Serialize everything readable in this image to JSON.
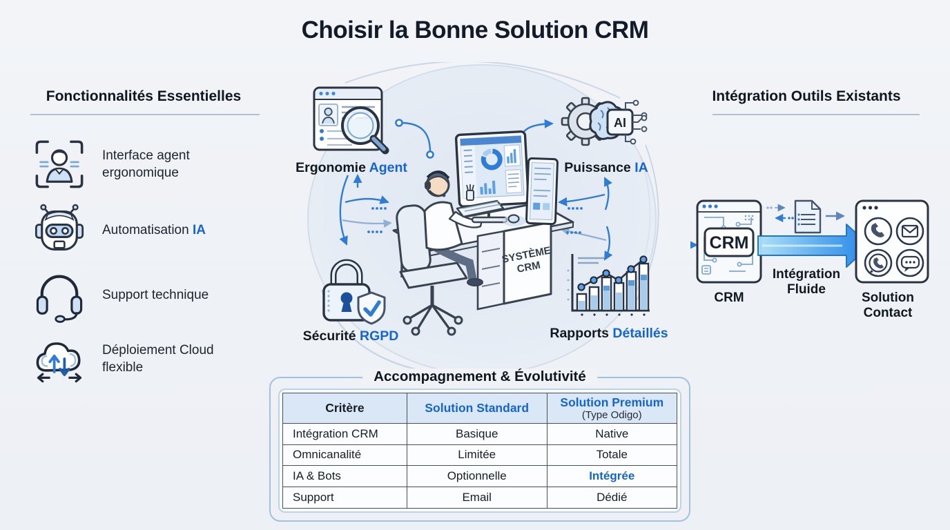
{
  "colors": {
    "background": "#f0f2f6",
    "accent_blue": "#1565cf",
    "connector_blue": "#2e7cd6",
    "table_header_bg": "#d9e7f7",
    "arrow_gradient": [
      "#ace0f8",
      "#1d83e6"
    ]
  },
  "title": "Choisir la Bonne Solution CRM",
  "left_panel": {
    "heading": "Fonctionnalités Essentielles",
    "items": [
      {
        "icon": "agent-scan-icon",
        "prefix": "Interface agent ergonomique",
        "accent": ""
      },
      {
        "icon": "robot-icon",
        "prefix": "Automatisation ",
        "accent": "IA"
      },
      {
        "icon": "headset-icon",
        "prefix": "Support technique",
        "accent": ""
      },
      {
        "icon": "cloud-deploy-icon",
        "prefix": "Déploiement Cloud flexible",
        "accent": ""
      }
    ]
  },
  "center": {
    "desk_label_line1": "SYSTÈME",
    "desk_label_line2": "CRM",
    "ai_chip_label": "AI",
    "callouts": [
      {
        "prefix": "Ergonomie ",
        "accent": "Agent"
      },
      {
        "prefix": "Puissance ",
        "accent": "IA"
      },
      {
        "prefix": "Sécurité ",
        "accent": "RGPD"
      },
      {
        "prefix": "Rapports ",
        "accent": "Détaillés"
      }
    ]
  },
  "right_panel": {
    "heading": "Intégration Outils Existants",
    "crm_badge": "CRM",
    "crm_caption": "CRM",
    "arrow_caption_line1": "Intégration",
    "arrow_caption_line2": "Fluide",
    "contact_caption_line1": "Solution",
    "contact_caption_line2": "Contact"
  },
  "comparison": {
    "section_title": "Accompagnement & Évolutivité",
    "headers": {
      "col1": "Critère",
      "col2": "Solution Standard",
      "col3": "Solution Premium",
      "col3_sub": "(Type Odigo)"
    },
    "rows": [
      {
        "c1": "Intégration CRM",
        "c2": "Basique",
        "c3": "Native"
      },
      {
        "c1": "Omnicanalité",
        "c2": "Limitée",
        "c3": "Totale"
      },
      {
        "c1": "IA & Bots",
        "c2": "Optionnelle",
        "c3": "Intégrée"
      },
      {
        "c1": "Support",
        "c2": "Email",
        "c3": "Dédié"
      }
    ]
  }
}
